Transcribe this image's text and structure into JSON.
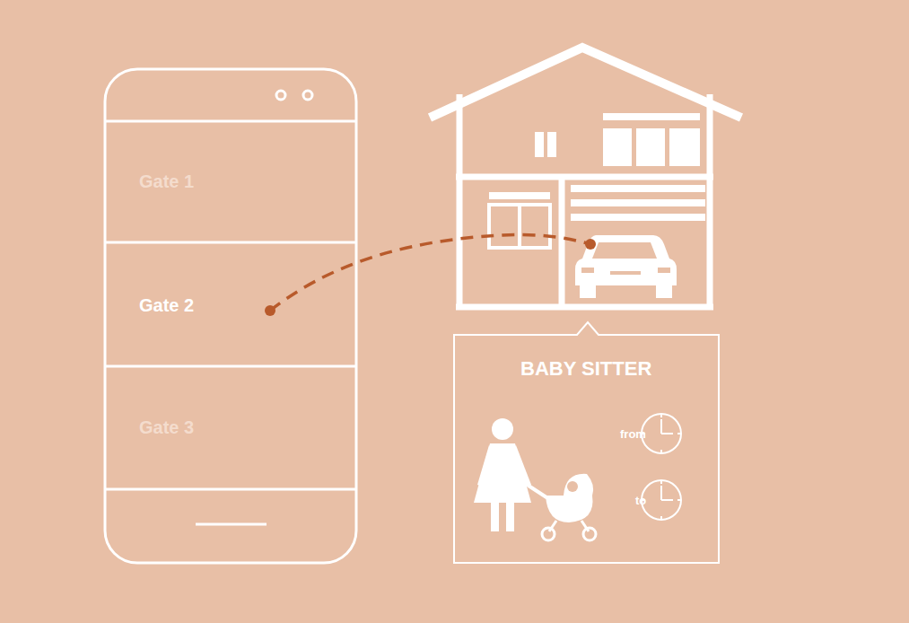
{
  "diagram": {
    "nodes": [
      {
        "text": [
          "Gate 1"
        ]
      },
      {
        "text": [
          "Gate 2"
        ]
      },
      {
        "text": [
          "Gate 3"
        ]
      },
      {
        "text": [
          "BABY SITTER",
          "from",
          "to"
        ]
      }
    ]
  }
}
